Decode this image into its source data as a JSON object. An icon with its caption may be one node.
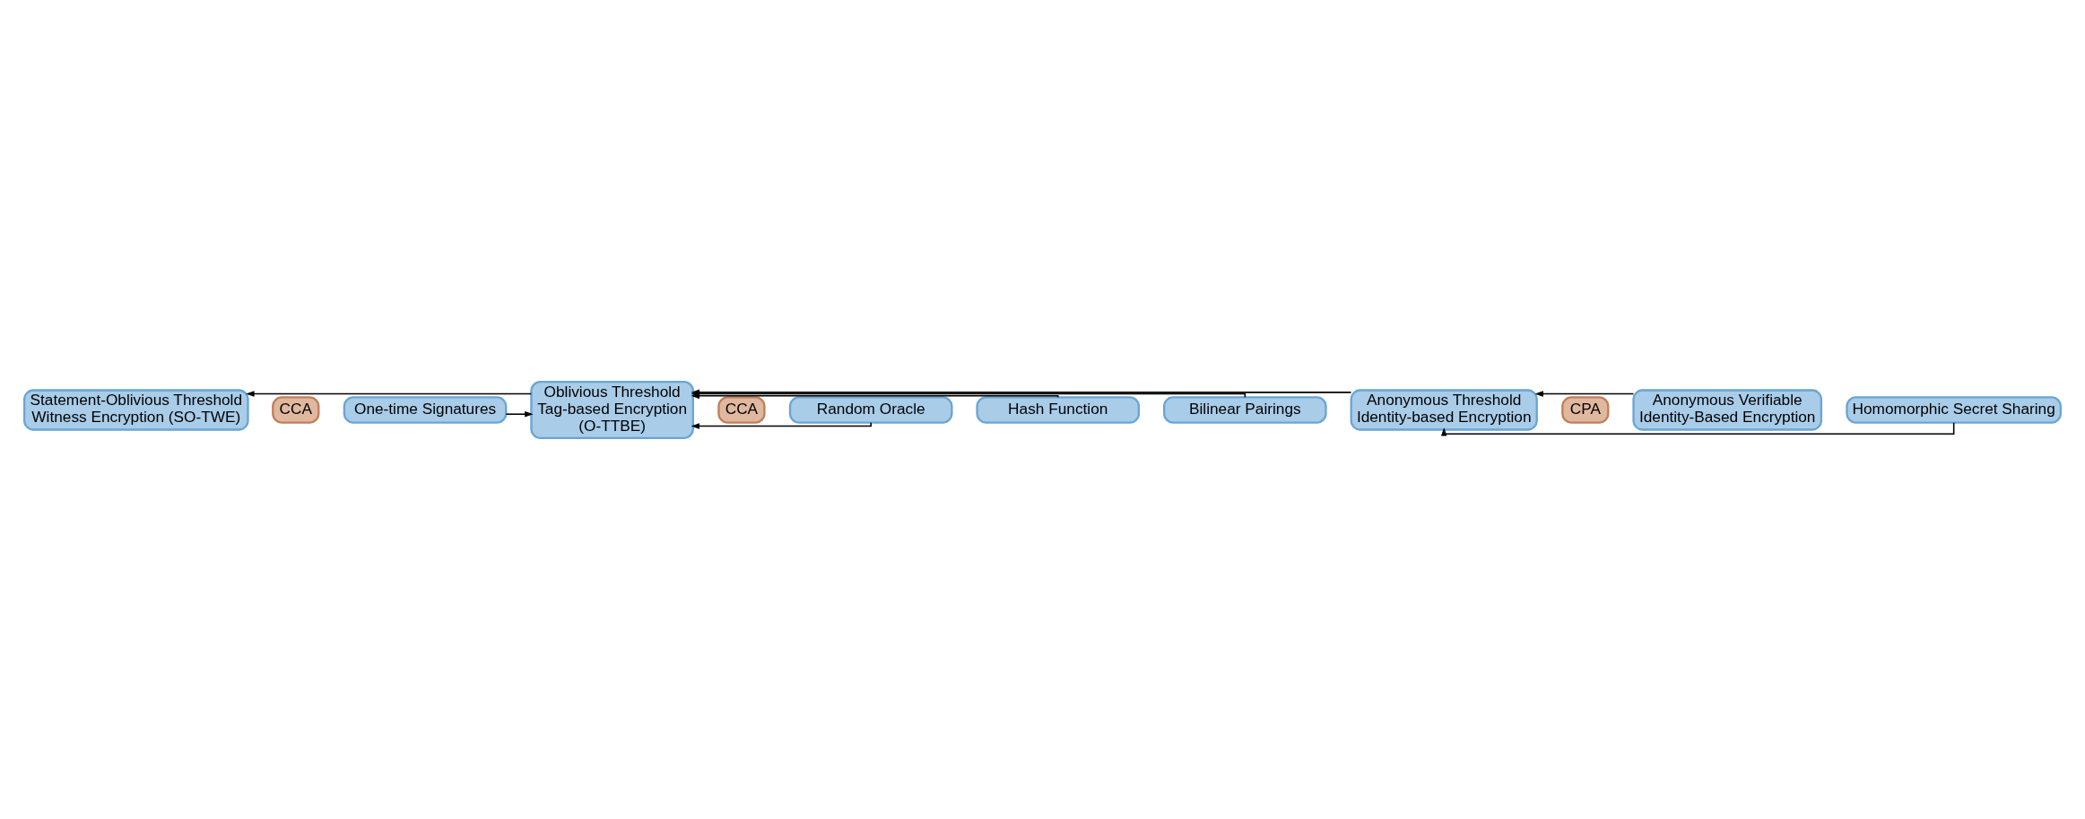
{
  "diagram": {
    "nodes": [
      {
        "text": [
          "Statement-Oblivious Threshold Witness Encryption (SO-TWE)"
        ]
      },
      {
        "text": [
          "CCA"
        ]
      },
      {
        "text": [
          "Oblivious Threshold Tag-based Encryption (O-TTBE)"
        ]
      },
      {
        "text": [
          "CCA"
        ]
      },
      {
        "text": [
          "One-time Signatures"
        ]
      },
      {
        "text": [
          "Hash Function"
        ]
      },
      {
        "text": [
          "Anonymous Threshold Identity-based Encryption"
        ]
      },
      {
        "text": [
          "CPA"
        ]
      },
      {
        "text": [
          "Random Oracle"
        ]
      },
      {
        "text": [
          "Bilinear Pairings"
        ]
      },
      {
        "text": [
          "Anonymous Verifiable Identity-Based Encryption"
        ]
      },
      {
        "text": [
          "Homomorphic Secret Sharing"
        ]
      }
    ],
    "edges": [
      {
        "from": 2,
        "to": 0,
        "arrow": "to"
      },
      {
        "from": 4,
        "to": 2,
        "arrow": "to"
      },
      {
        "from": 5,
        "to": 2,
        "arrow": "to"
      },
      {
        "from": 6,
        "to": 2,
        "arrow": "to"
      },
      {
        "from": 8,
        "to": 2,
        "arrow": "to"
      },
      {
        "from": 9,
        "to": 2,
        "arrow": "to"
      },
      {
        "from": 10,
        "to": 6,
        "arrow": "to"
      },
      {
        "from": 11,
        "to": 6,
        "arrow": "to"
      }
    ]
  }
}
